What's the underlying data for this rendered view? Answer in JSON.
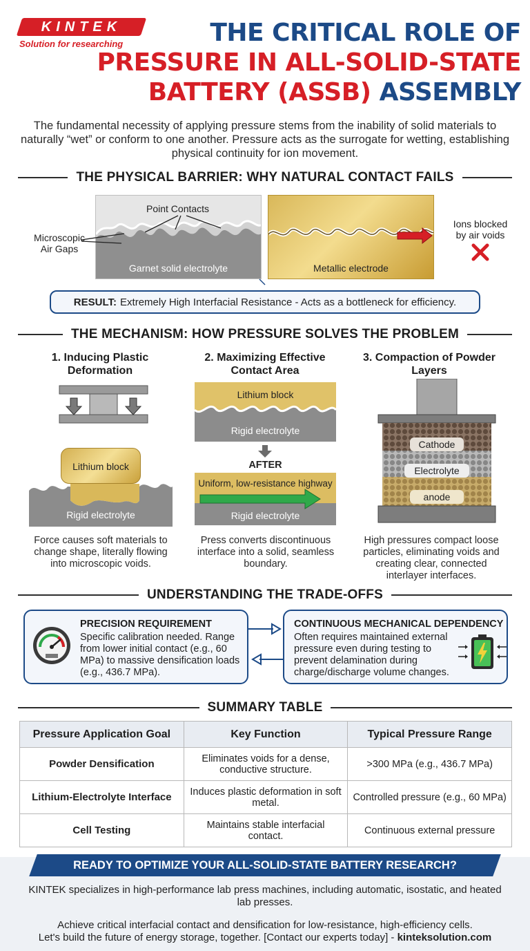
{
  "logo": {
    "word": "KINTEK",
    "tagline": "Solution for researching"
  },
  "title": {
    "line1": "THE CRITICAL ROLE OF",
    "line2a": "PRESSURE IN ",
    "line2b": "ALL-SOLID-STATE",
    "line3a": "BATTERY (ASSB)",
    "line3b": " ASSEMBLY"
  },
  "intro": "The fundamental necessity of applying pressure stems from the inability of solid materials to naturally “wet” or conform to one another. Pressure acts as the surrogate for wetting, establishing physical continuity for ion movement.",
  "barrier": {
    "heading": "THE PHYSICAL BARRIER: WHY NATURAL CONTACT FAILS",
    "point_contacts": "Point Contacts",
    "air_gaps": "Microscopic Air Gaps",
    "garnet_label": "Garnet solid electrolyte",
    "metal_label": "Metallic electrode",
    "ions_blocked": "Ions blocked by air voids",
    "result_label": "RESULT:",
    "result_text": "Extremely High Interfacial Resistance - Acts as a bottleneck for efficiency."
  },
  "mechanism": {
    "heading": "THE MECHANISM: HOW PRESSURE SOLVES THE PROBLEM",
    "col1": {
      "title": "1. Inducing Plastic Deformation",
      "lithium": "Lithium block",
      "electrolyte": "Rigid electrolyte",
      "desc": "Force causes soft materials to change shape, literally flowing into microscopic voids."
    },
    "col2": {
      "title": "2. Maximizing Effective Contact Area",
      "lithium": "Lithium block",
      "electrolyte": "Rigid electrolyte",
      "after": "AFTER",
      "highway": "Uniform, low-resistance highway",
      "electrolyte2": "Rigid electrolyte",
      "desc": "Press converts discontinuous interface into a solid, seamless boundary."
    },
    "col3": {
      "title": "3. Compaction of Powder Layers",
      "cathode": "Cathode",
      "electrolyte": "Electrolyte",
      "anode": "anode",
      "desc": "High pressures compact loose particles, eliminating voids and creating clear, connected interlayer interfaces."
    }
  },
  "tradeoffs": {
    "heading": "UNDERSTANDING THE TRADE-OFFS",
    "left": {
      "title": "PRECISION REQUIREMENT",
      "text": "Specific calibration needed. Range from lower initial contact (e.g., 60 MPa) to massive densification loads (e.g., 436.7 MPa)."
    },
    "right": {
      "title": "CONTINUOUS MECHANICAL DEPENDENCY",
      "text": "Often requires maintained external pressure even during testing to prevent delamination during charge/discharge volume changes."
    }
  },
  "summary": {
    "heading": "SUMMARY TABLE",
    "columns": [
      "Pressure Application Goal",
      "Key Function",
      "Typical Pressure Range"
    ],
    "rows": [
      [
        "Powder Densification",
        "Eliminates voids for a dense, conductive structure.",
        ">300 MPa (e.g., 436.7 MPa)"
      ],
      [
        "Lithium-Electrolyte Interface",
        "Induces plastic deformation in soft metal.",
        "Controlled pressure (e.g., 60 MPa)"
      ],
      [
        "Cell Testing",
        "Maintains stable interfacial contact.",
        "Continuous external pressure"
      ]
    ]
  },
  "footer": {
    "cta": "READY TO OPTIMIZE YOUR ALL-SOLID-STATE BATTERY RESEARCH?",
    "line1": "KINTEK specializes in high-performance lab press machines, including automatic, isostatic, and heated lab presses.",
    "line2": "Achieve critical interfacial contact and densification for low-resistance, high-efficiency cells.",
    "line3": "Let's build the future of energy storage, together. [Contact our experts today] - ",
    "site": "kinteksolution.com"
  },
  "colors": {
    "brand_red": "#d61f26",
    "brand_blue": "#1c4a87",
    "gold": "#e2c46e",
    "electrolyte_gray": "#8c8c8c",
    "green_arrow": "#2fa94a"
  },
  "icons": [
    "pressure-gauge-icon",
    "battery-icon",
    "red-x-icon",
    "flow-arrow-icon"
  ]
}
